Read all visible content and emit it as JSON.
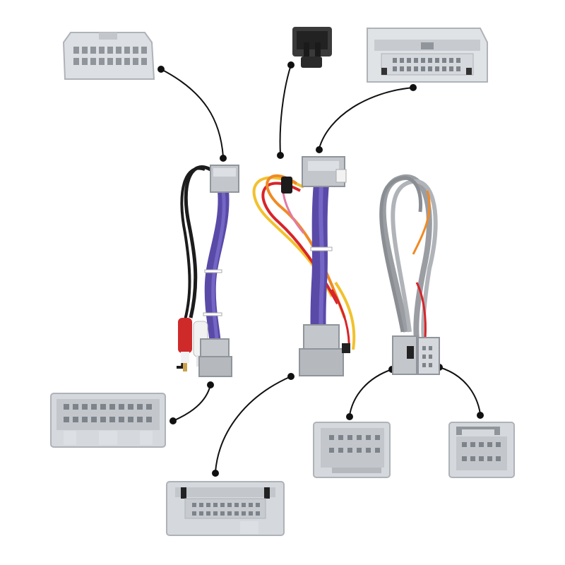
{
  "colors": {
    "background": "#ffffff",
    "connector_light": "#dcdfe3",
    "connector_mid": "#c3c7cc",
    "connector_dark": "#8f959b",
    "pin_hole": "#7d838a",
    "plug_black": "#2a2a2a",
    "wire_purple": "#5a4aa8",
    "wire_black": "#1c1c1c",
    "wire_red": "#d8242a",
    "wire_orange": "#f08a24",
    "wire_yellow": "#f2c12e",
    "wire_gray": "#9a9ea3",
    "wire_pink": "#e27aa4",
    "rca_red": "#cf2a2a",
    "rca_white": "#f2f2f2",
    "rca_gold": "#c9a24a",
    "leader_line": "#111111"
  },
  "components": [
    {
      "id": "top-left-connector",
      "icon": "multi-pin-connector-icon"
    },
    {
      "id": "top-center-small-connector",
      "icon": "black-plug-icon"
    },
    {
      "id": "top-right-connector",
      "icon": "wide-connector-icon"
    },
    {
      "id": "left-harness",
      "icon": "rca-harness-icon"
    },
    {
      "id": "center-harness",
      "icon": "colored-wire-harness-icon"
    },
    {
      "id": "right-harness",
      "icon": "gray-wire-harness-icon"
    },
    {
      "id": "bottom-left-connector",
      "icon": "large-connector-icon"
    },
    {
      "id": "bottom-center-connector",
      "icon": "flat-connector-icon"
    },
    {
      "id": "bottom-right-connector-a",
      "icon": "square-connector-icon"
    },
    {
      "id": "bottom-right-connector-b",
      "icon": "square-connector-icon"
    }
  ]
}
